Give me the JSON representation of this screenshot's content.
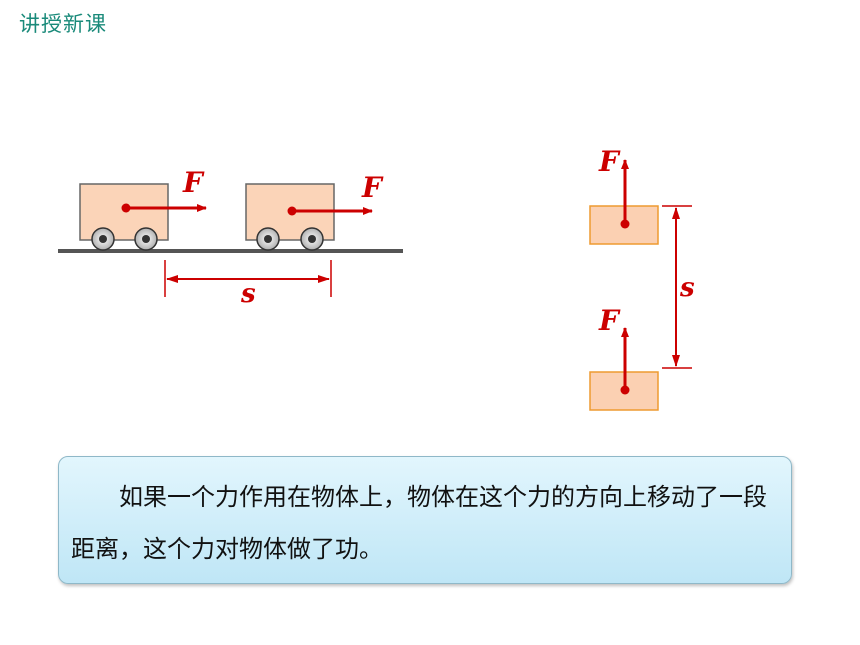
{
  "header": {
    "title": "讲授新课"
  },
  "diagram": {
    "force_label": "F",
    "distance_label": "s",
    "colors": {
      "arrow": "#cc0000",
      "box_fill": "#fbd0b2",
      "box_stroke": "#ee9a30",
      "cart_fill": "#fbd4b8",
      "cart_stroke": "#666666",
      "ground": "#555555"
    }
  },
  "callout": {
    "text": "如果一个力作用在物体上，物体在这个力的方向上移动了一段距离，这个力对物体做了功。"
  }
}
